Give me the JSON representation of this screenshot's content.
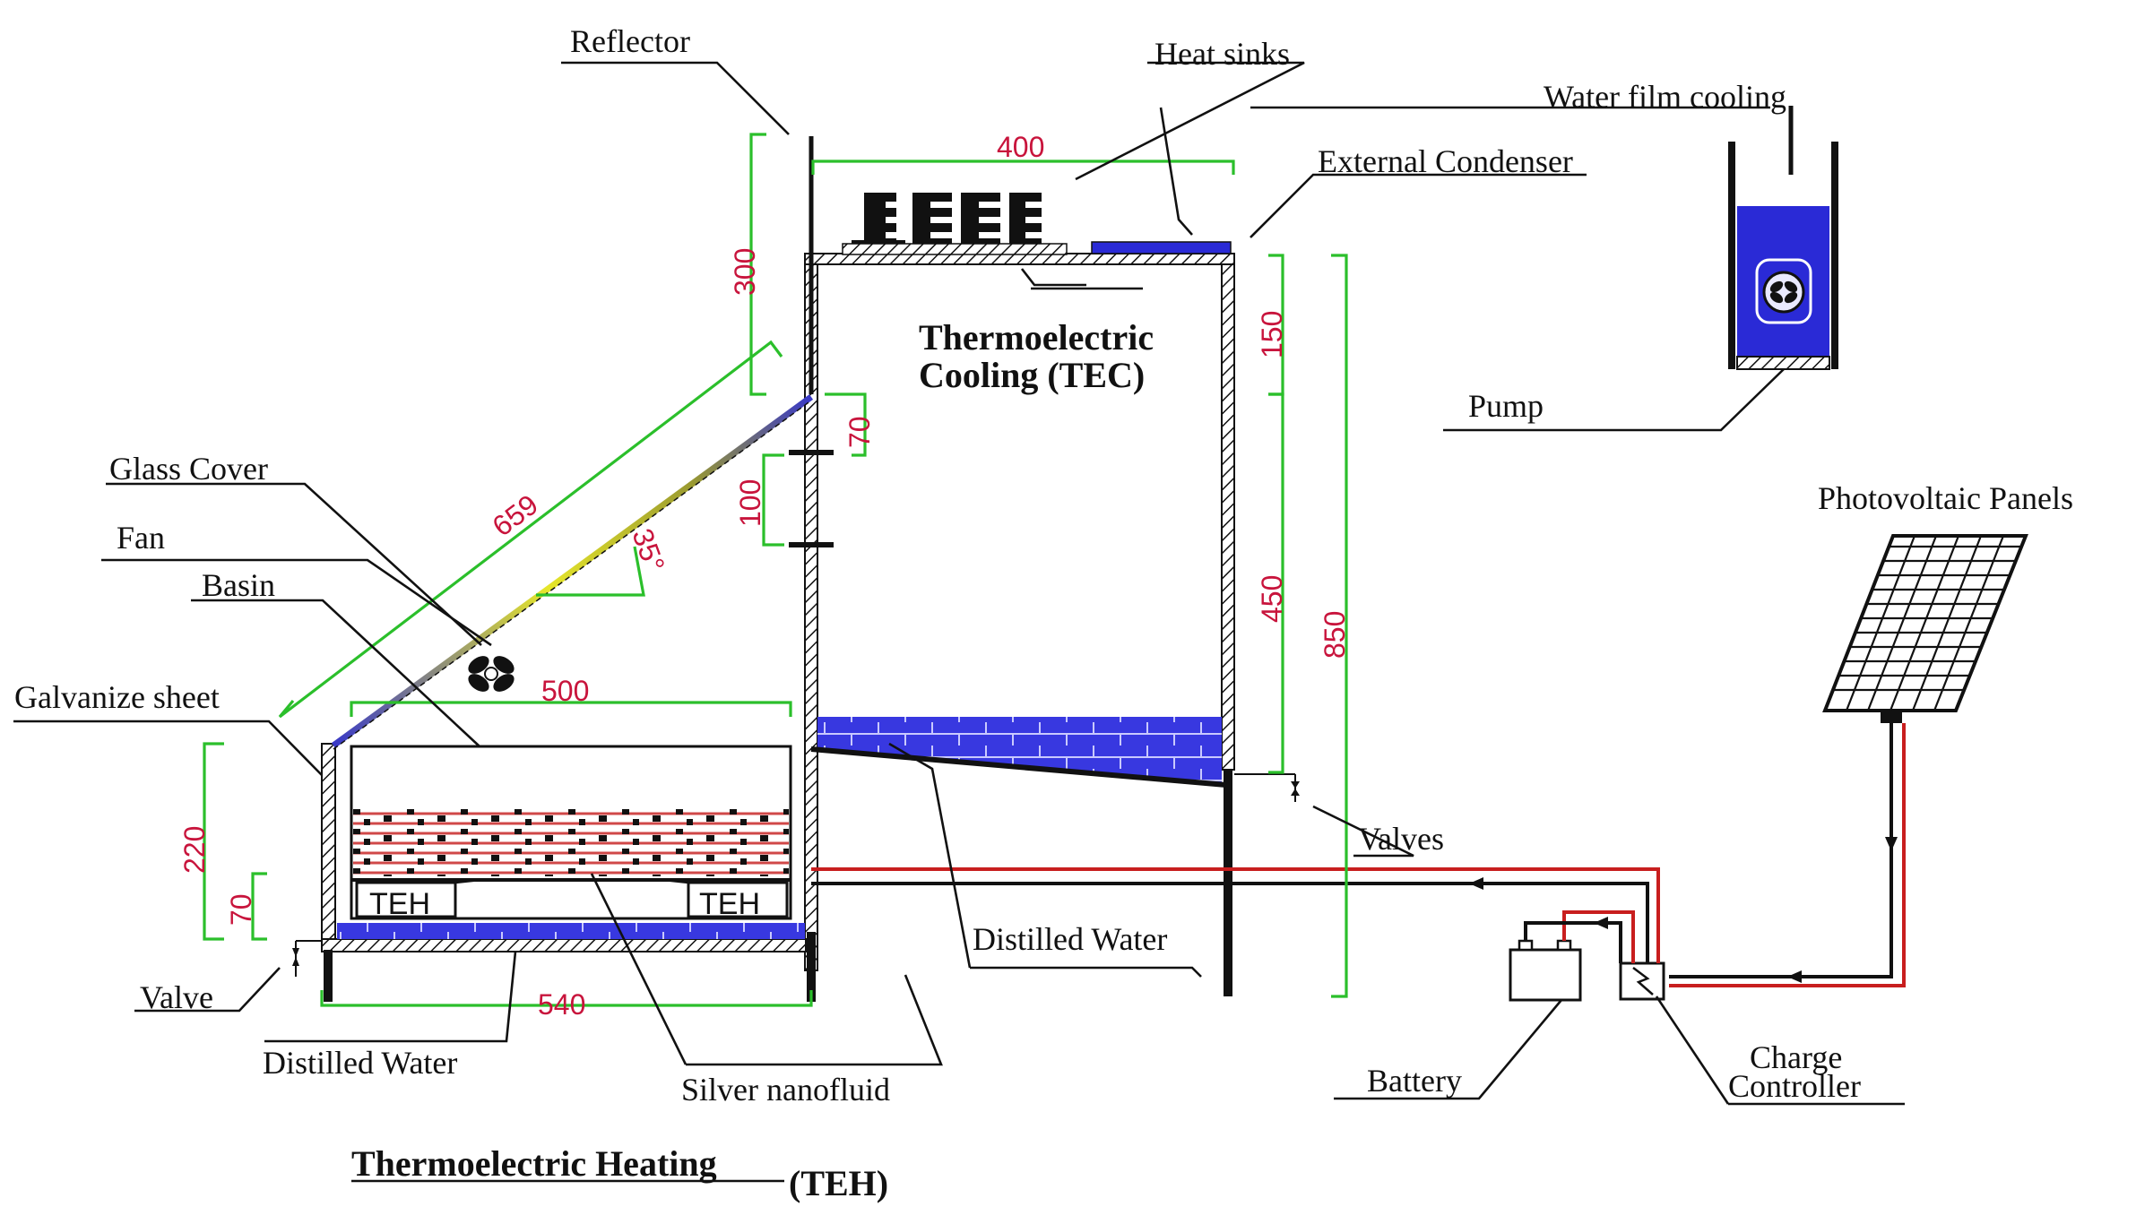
{
  "labels": {
    "reflector": "Reflector",
    "heat_sinks": "Heat sinks",
    "water_film_cooling": "Water film cooling",
    "external_condenser": "External Condenser",
    "tec_line1": "Thermoelectric",
    "tec_line2": "Cooling (TEC)",
    "pump": "Pump",
    "photovoltaic_panels": "Photovoltaic Panels",
    "glass_cover": "Glass Cover",
    "fan": "Fan",
    "basin": "Basin",
    "galvanize_sheet": "Galvanize sheet",
    "teh_left": "TEH",
    "teh_right": "TEH",
    "valve": "Valve",
    "valves": "Valves",
    "distilled_water_left": "Distilled Water",
    "distilled_water_right": "Distilled Water",
    "silver_nanofluid": "Silver nanofluid",
    "battery": "Battery",
    "charge_controller_line1": "Charge",
    "charge_controller_line2": "Controller",
    "teh_title_main": "Thermoelectric Heating",
    "teh_title_suffix": "(TEH)"
  },
  "dimensions": {
    "d400": "400",
    "d300": "300",
    "d150": "150",
    "d70_upper": "70",
    "d100": "100",
    "d659": "659",
    "d35": "35°",
    "d450": "450",
    "d850": "850",
    "d500": "500",
    "d220": "220",
    "d70_lower": "70",
    "d540": "540"
  },
  "colors": {
    "dimension_text": "#c8143c",
    "dimension_lines": "#2bbf2b",
    "water": "#2a2ad6",
    "nanofluid": "#d04848",
    "positive_wire": "#c81e1e",
    "negative_wire": "#111111"
  }
}
